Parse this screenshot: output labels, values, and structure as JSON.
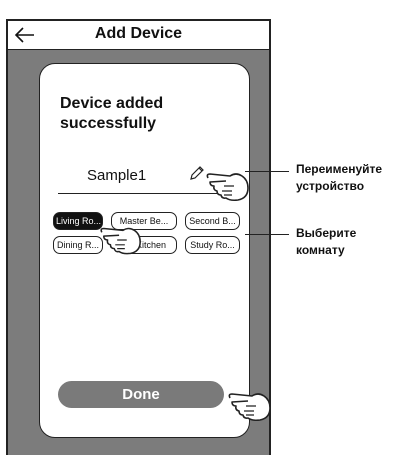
{
  "header": {
    "title": "Add Device"
  },
  "card": {
    "headline_line1": "Device added",
    "headline_line2": "successfully",
    "device_name": "Sample1",
    "rooms": [
      {
        "label": "Living Ro...",
        "selected": true
      },
      {
        "label": "Master Be...",
        "selected": false
      },
      {
        "label": "Second B...",
        "selected": false
      },
      {
        "label": "Dining R...",
        "selected": false
      },
      {
        "label": "Kitchen",
        "selected": false
      },
      {
        "label": "Study Ro...",
        "selected": false
      }
    ],
    "done_label": "Done"
  },
  "callouts": {
    "rename_line1": "Переименуйте",
    "rename_line2": "устройство",
    "room_line1": "Выберите",
    "room_line2": "комнату"
  },
  "colors": {
    "selected_room": "#111111",
    "done_button": "#7a7a7a",
    "frame": "#7c7c7c"
  },
  "icons": [
    "back-arrow-icon",
    "pencil-icon",
    "pointing-hand-icon"
  ]
}
